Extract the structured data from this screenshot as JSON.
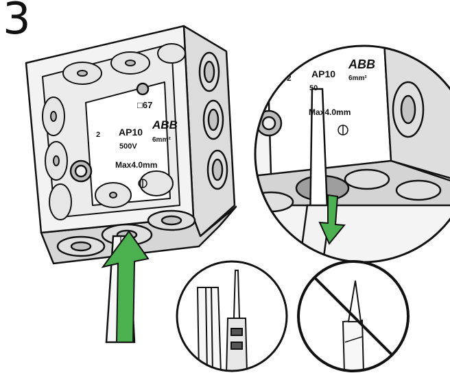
{
  "step": {
    "number": "3"
  },
  "box_labels": {
    "ip_rating": "□67",
    "terminal_count": "2",
    "model": "AP10",
    "voltage": "500V",
    "brand": "ABB",
    "cross_section": "6mm²",
    "max_diameter": "Max4.0mm"
  },
  "zoom_labels": {
    "terminal_count": "2",
    "model": "AP10",
    "brand": "ABB",
    "cross_section": "6mm²",
    "max_diameter": "Max4.0mm",
    "partial_voltage": "50"
  },
  "colors": {
    "arrow_green": "#4caf50",
    "outline": "#111111",
    "box_fill": "#f2f2f2",
    "box_shade": "#d9d9d9"
  },
  "icons": {
    "insert_arrow": "arrow-up-icon",
    "pull_arrow": "arrow-down-icon",
    "screwdriver": "screwdriver-icon",
    "knife_prohibited": "no-knife-icon"
  }
}
